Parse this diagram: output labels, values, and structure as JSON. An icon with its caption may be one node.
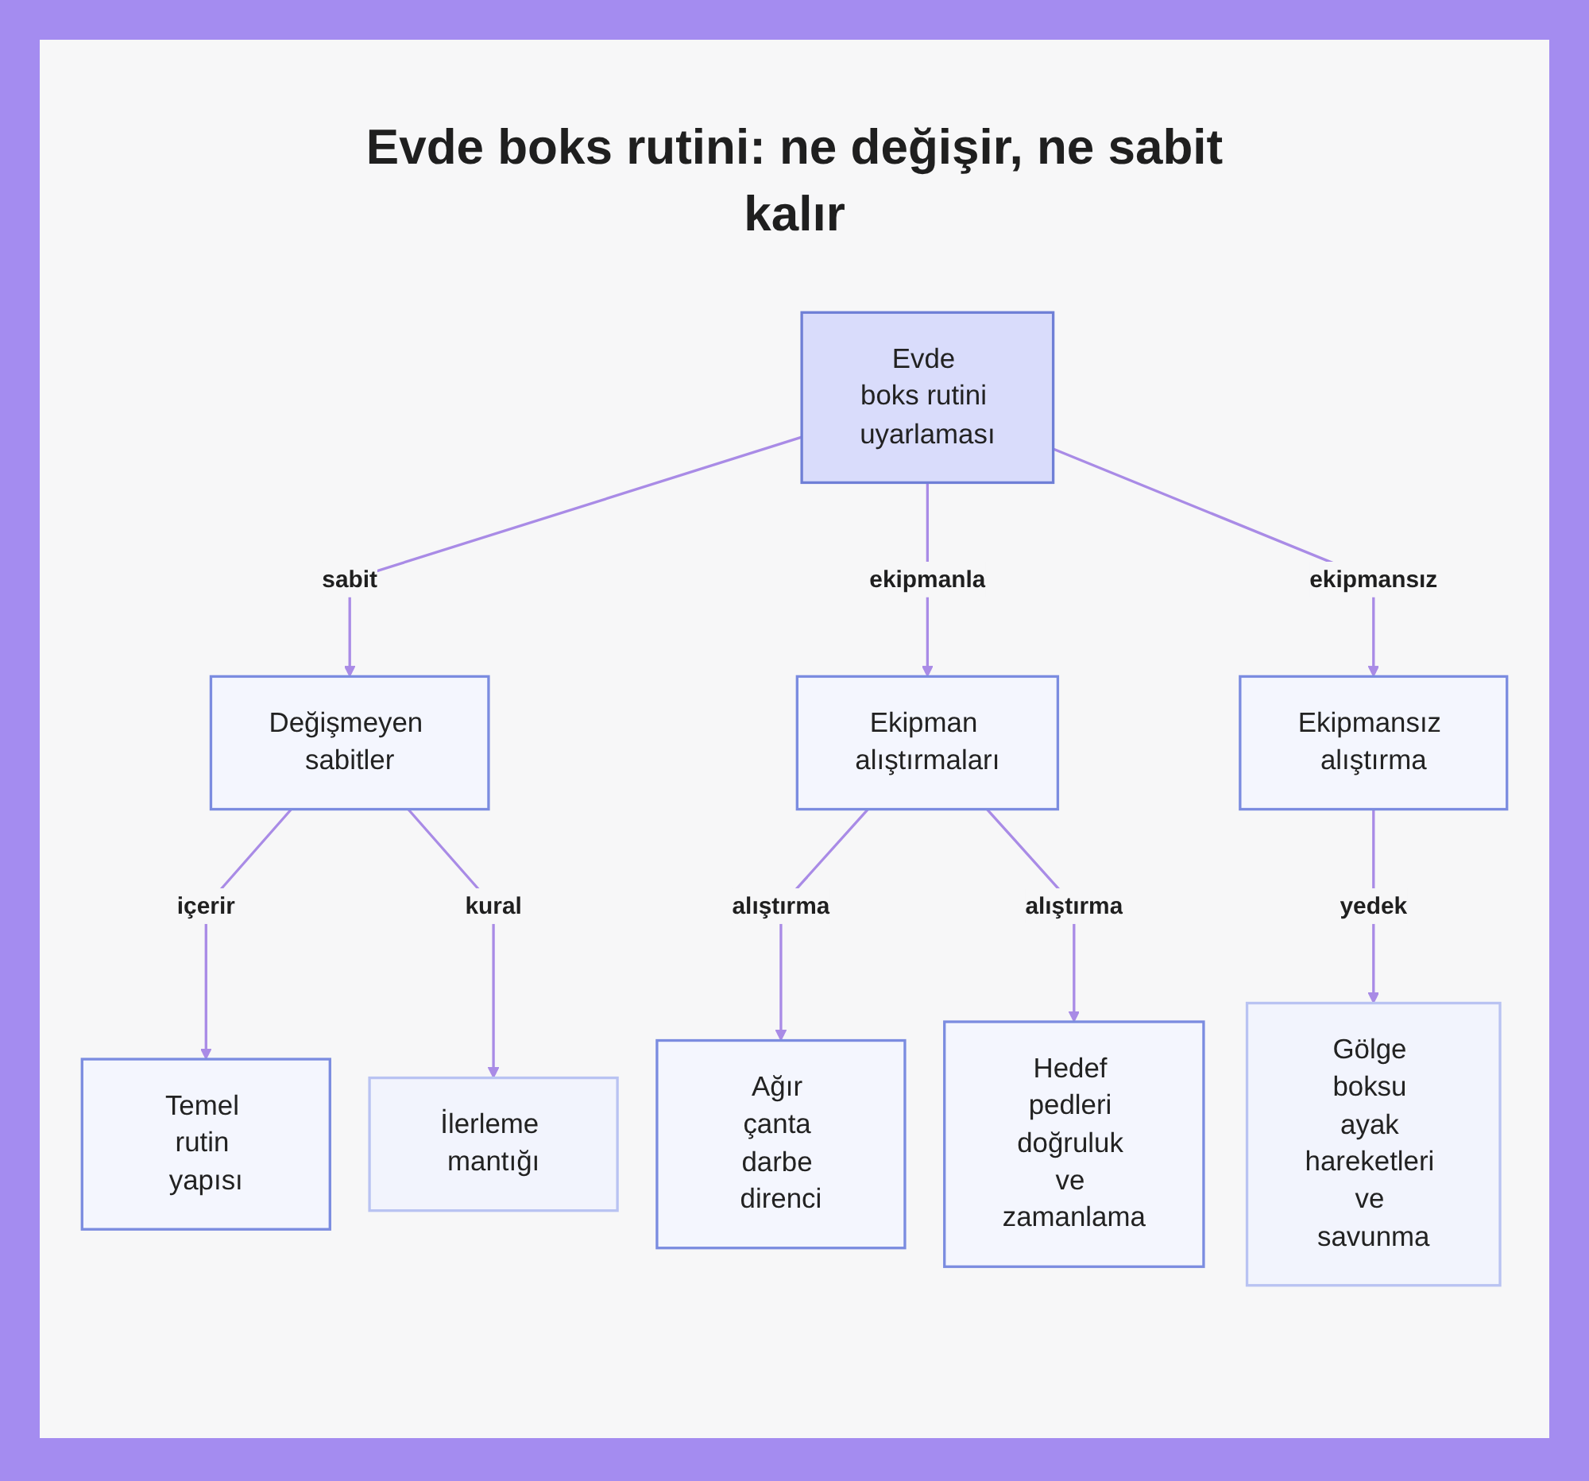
{
  "diagram": {
    "title": "Evde boks rutini: ne değişir, ne sabit kalır",
    "nodes": [
      {
        "text": [
          "Evde boks rutini uyarlaması"
        ]
      },
      {
        "text": [
          "Değişmeyen sabitler"
        ]
      },
      {
        "text": [
          "Ekipman alıştırmaları"
        ]
      },
      {
        "text": [
          "Ekipmansız alıştırma"
        ]
      },
      {
        "text": [
          "Temel rutin yapısı"
        ]
      },
      {
        "text": [
          "İlerleme mantığı"
        ]
      },
      {
        "text": [
          "Ağır çanta darbe direnci"
        ]
      },
      {
        "text": [
          "Hedef pedleri doğruluk ve zamanlama"
        ]
      },
      {
        "text": [
          "Gölge boksu ayak hareketleri ve savunma"
        ]
      }
    ],
    "edges": [
      {
        "from": 0,
        "to": 1,
        "arrow": "to",
        "label": "sabit"
      },
      {
        "from": 0,
        "to": 2,
        "arrow": "to",
        "label": "ekipmanla"
      },
      {
        "from": 0,
        "to": 3,
        "arrow": "to",
        "label": "ekipmansız"
      },
      {
        "from": 1,
        "to": 4,
        "arrow": "to",
        "label": "içerir"
      },
      {
        "from": 1,
        "to": 5,
        "arrow": "to",
        "label": "kural"
      },
      {
        "from": 2,
        "to": 6,
        "arrow": "to",
        "label": "alıştırma"
      },
      {
        "from": 2,
        "to": 7,
        "arrow": "to",
        "label": "alıştırma"
      },
      {
        "from": 3,
        "to": 8,
        "arrow": "to",
        "label": "yedek"
      }
    ]
  }
}
